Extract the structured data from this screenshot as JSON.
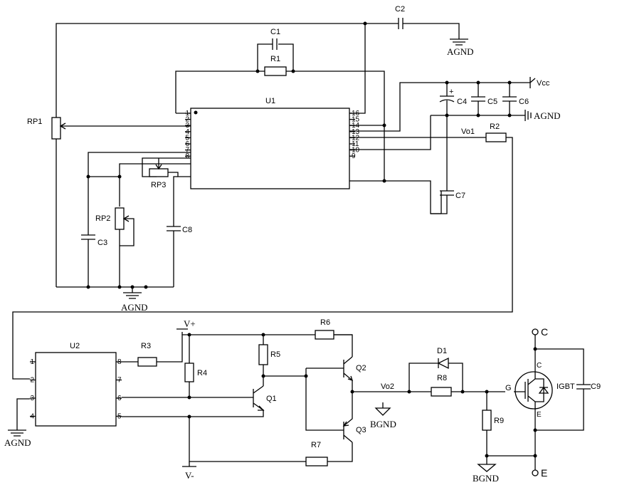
{
  "components": {
    "u1": "U1",
    "u2": "U2",
    "c1": "C1",
    "c2": "C2",
    "c3": "C3",
    "c4": "C4",
    "c5": "C5",
    "c6": "C6",
    "c7": "C7",
    "c8": "C8",
    "c9": "C9",
    "r1": "R1",
    "r2": "R2",
    "r3": "R3",
    "r4": "R4",
    "r5": "R5",
    "r6": "R6",
    "r7": "R7",
    "r8": "R8",
    "r9": "R9",
    "rp1": "RP1",
    "rp2": "RP2",
    "rp3": "RP3",
    "q1": "Q1",
    "q2": "Q2",
    "q3": "Q3",
    "d1": "D1",
    "igbt": "IGBT"
  },
  "nets": {
    "vcc": "Vcc",
    "agnd_top": "AGND",
    "agnd_right": "AGND",
    "agnd_bottom": "AGND",
    "agnd_u2": "AGND",
    "bgnd_mid": "BGND",
    "bgnd_bottom": "BGND",
    "vplus": "V+",
    "vminus": "V-",
    "vo1": "Vo1",
    "vo2": "Vo2"
  },
  "terminals": {
    "collector": "C",
    "emitter": "E",
    "gate": "G",
    "igbt_c": "C",
    "igbt_e": "E",
    "c4_plus": "+"
  },
  "u1_pins_left": [
    "1",
    "2",
    "3",
    "4",
    "5",
    "6",
    "7",
    "8"
  ],
  "u1_pins_right": [
    "16",
    "15",
    "14",
    "13",
    "12",
    "11",
    "10",
    "9"
  ],
  "u2_pins_left": [
    "1",
    "2",
    "3",
    "4"
  ],
  "u2_pins_right": [
    "8",
    "7",
    "6",
    "5"
  ]
}
